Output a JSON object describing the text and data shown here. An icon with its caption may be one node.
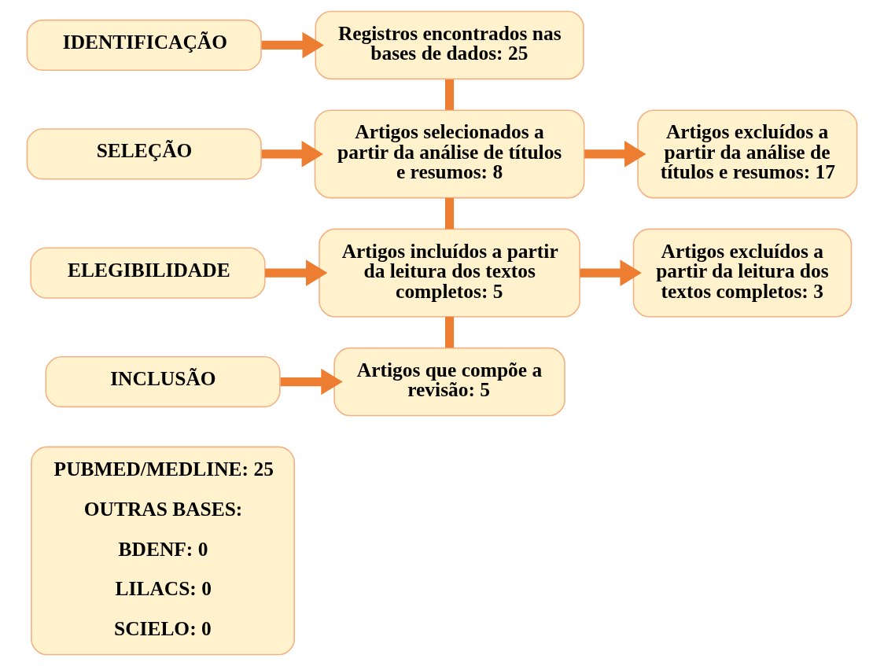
{
  "diagram": {
    "nodes": [
      {
        "text": [
          "IDENTIFICAÇÃO"
        ]
      },
      {
        "text": [
          "Registros encontrados nas bases de dados: 25"
        ]
      },
      {
        "text": [
          "SELEÇÃO"
        ]
      },
      {
        "text": [
          "Artigos selecionados a partir da análise de títulos e resumos: 8"
        ]
      },
      {
        "text": [
          "Artigos excluídos a partir da análise de títulos e resumos: 17"
        ]
      },
      {
        "text": [
          "ELEGIBILIDADE"
        ]
      },
      {
        "text": [
          "Artigos incluídos a partir da leitura dos textos completos: 5"
        ]
      },
      {
        "text": [
          "Artigos excluídos a partir da leitura dos textos completos: 3"
        ]
      },
      {
        "text": [
          "INCLUSÃO"
        ]
      },
      {
        "text": [
          "Artigos que compõe a revisão: 5"
        ]
      },
      {
        "text": [
          "PUBMED/MEDLINE: 25",
          "OUTRAS BASES:",
          "BDENF: 0",
          "LILACS: 0",
          "SCIELO: 0"
        ]
      }
    ],
    "edges": [
      {
        "from": 0,
        "to": 1,
        "arrow": "to"
      },
      {
        "from": 1,
        "to": 3,
        "arrow": "none"
      },
      {
        "from": 2,
        "to": 3,
        "arrow": "to"
      },
      {
        "from": 3,
        "to": 4,
        "arrow": "to"
      },
      {
        "from": 3,
        "to": 6,
        "arrow": "none"
      },
      {
        "from": 5,
        "to": 6,
        "arrow": "to"
      },
      {
        "from": 6,
        "to": 7,
        "arrow": "to"
      },
      {
        "from": 6,
        "to": 9,
        "arrow": "none"
      },
      {
        "from": 8,
        "to": 9,
        "arrow": "to"
      }
    ]
  }
}
